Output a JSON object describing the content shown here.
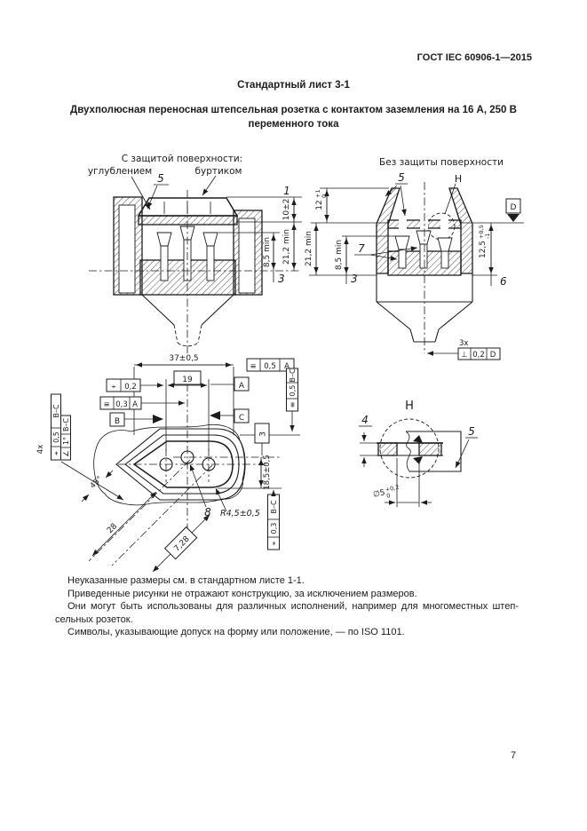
{
  "page": {
    "doc_ref": "ГОСТ IEC 60906-1—2015",
    "sheet_title": "Стандартный лист 3-1",
    "main_title_line1": "Двухполюсная переносная штепсельная розетка с контактом заземления на 16 А, 250 В",
    "main_title_line2": "переменного тока",
    "page_number": "7"
  },
  "left_view": {
    "caption": "С защитой поверхности:",
    "caption_recess": "углублением",
    "caption_rim": "буртиком",
    "ref_5": "5",
    "ref_1": "1",
    "ref_3": "3",
    "dim_height": "10±2",
    "dim_depth": "21,2 min",
    "dim_contact": "8,5 min"
  },
  "right_view": {
    "caption": "Без защиты поверхности",
    "ref_5": "5",
    "ref_h": "H",
    "ref_7": "7",
    "ref_3": "3",
    "ref_6": "6",
    "datum_d": "D",
    "dim12": "12",
    "dim12_up": "+1",
    "dim12_dn": "0",
    "dim_depth": "21,2 min",
    "dim_contact": "8,5 min",
    "dim125": "12,5",
    "dim125_up": "+0,5",
    "dim125_dn": "-1",
    "count_3x": "3x",
    "fcf_perp_sym": "⊥",
    "fcf_perp_tol": "0,2",
    "fcf_perp_datum": "D"
  },
  "face_view": {
    "dim_width": "37±0,5",
    "dim_pins": "19",
    "dim_height": "18,5±0,5",
    "dim_28": "28",
    "dim_728": "7,28",
    "angle_45": "45°",
    "radius": "R4,5±0,5",
    "ref_8": "8",
    "ted_3": "3",
    "count_4x": "4x",
    "datum_a": "A",
    "datum_b": "B",
    "datum_c": "C",
    "fcf_sym_a": {
      "sym": "≡",
      "tol": "0,5",
      "datum": "A"
    },
    "fcf_pos": {
      "sym": "⌖",
      "tol": "0,2"
    },
    "fcf_sym03": {
      "sym": "≡",
      "tol": "0,3",
      "datum": "A"
    },
    "fcf_sym_bc": {
      "sym": "≡",
      "tol": "0,5",
      "datum": "B–C"
    },
    "fcf_pos_bc": {
      "sym": "⌖",
      "tol": "0,5",
      "datum": "B–C"
    },
    "fcf_ang_bc": {
      "sym": "∠",
      "tol": "1°",
      "datum": "B–C"
    },
    "fcf_pos03_bc": {
      "sym": "⌖",
      "tol": "0,3",
      "datum": "B–C"
    }
  },
  "detail_h": {
    "title": "H",
    "ref_4": "4",
    "ref_5": "5",
    "dim_d": "∅5",
    "dim_d_up": "+0,2",
    "dim_d_dn": "0"
  },
  "notes": {
    "line1": "Неуказанные размеры см. в стандартном листе 1-1.",
    "line2": "Приведенные рисунки не отражают конструкцию, за исключением размеров.",
    "line3": "Они могут быть использованы для различных исполнений, например для многоместных штеп-",
    "line4": "сельных розеток.",
    "line5": "Символы, указывающие допуск на форму или положение, — по ISO 1101."
  }
}
